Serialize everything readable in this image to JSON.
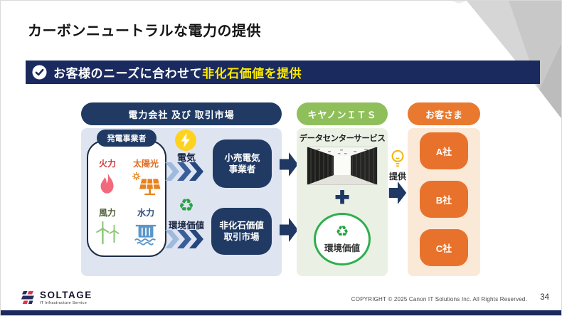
{
  "title": "カーボンニュートラルな電力の提供",
  "banner": {
    "prefix": "お客様のニーズに合わせて",
    "highlight": "非化石価値を提供"
  },
  "power": {
    "header": "電力会社 及び 取引市場",
    "generator_label": "発電事業者",
    "thermal": "火力",
    "solar": "太陽光",
    "wind": "風力",
    "hydro": "水力",
    "electricity_label": "電気",
    "env_value_label": "環境価値",
    "retailer_line1": "小売電気",
    "retailer_line2": "事業者",
    "market_line1": "非化石価値",
    "market_line2": "取引市場"
  },
  "canon": {
    "header": "キヤノンＩＴＳ",
    "service_label": "データセンターサービス",
    "plus": "+",
    "env_circle_label": "環境価値"
  },
  "provide_label": "提供",
  "customers": {
    "header": "お客さま",
    "companies": [
      "A社",
      "B社",
      "C社"
    ]
  },
  "icons": {
    "recycle": "♻"
  },
  "footer": {
    "logo_text": "SOLTAGE",
    "logo_tagline": "IT Infrastructure Service",
    "copyright": "COPYRIGHT © 2025 Canon IT Solutions Inc. All Rights Reserved.",
    "page_number": "34"
  },
  "colors": {
    "navy": "#1F3864",
    "banner_navy": "#1A2A5E",
    "highlight_yellow": "#FFEB00",
    "green_header": "#8FBF5A",
    "orange_header": "#E8792E",
    "panel_blue": "#DFE4F1",
    "panel_green": "#EAF1E4",
    "panel_orange": "#FBE9D8",
    "circle_green": "#2FAE4E"
  }
}
